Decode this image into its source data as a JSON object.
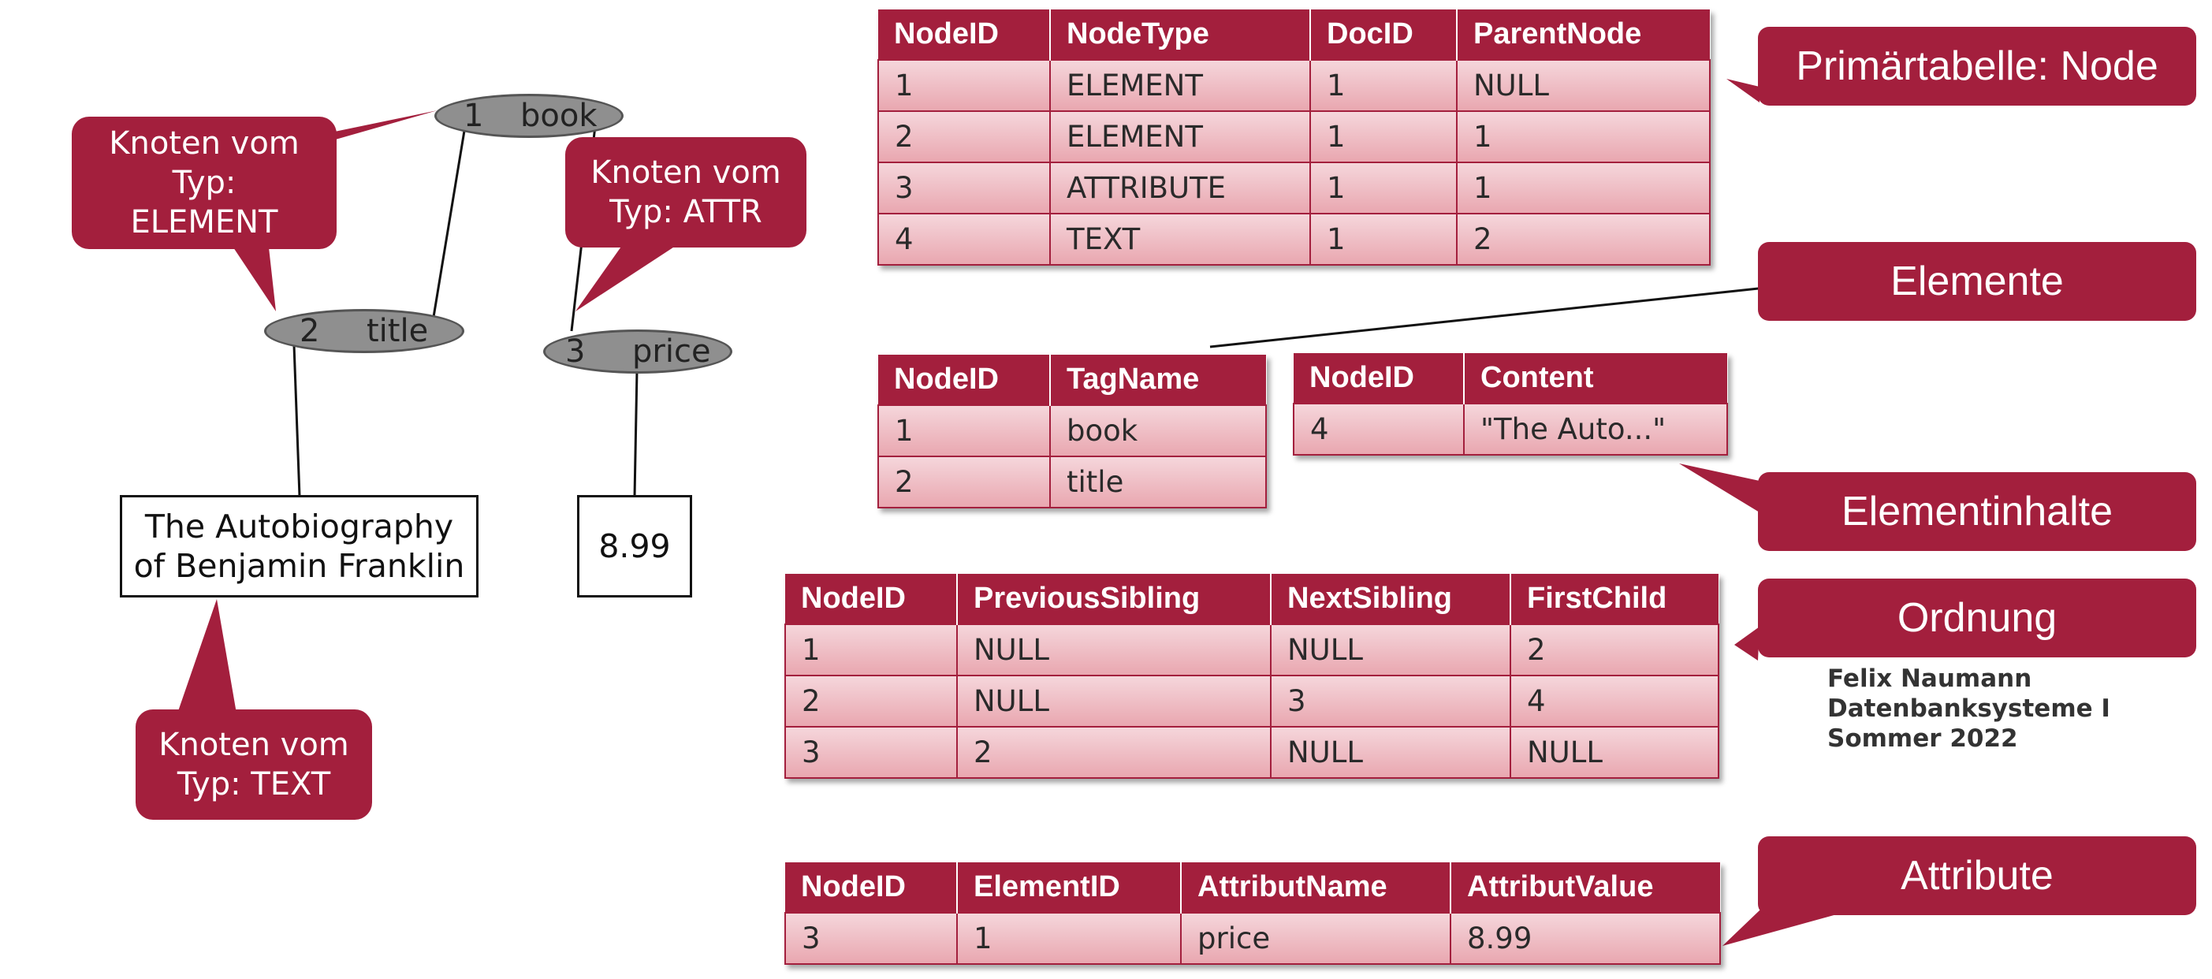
{
  "tree": {
    "nodes": [
      {
        "num": "1",
        "label": "book"
      },
      {
        "num": "2",
        "label": "title"
      },
      {
        "num": "3",
        "label": "price"
      }
    ],
    "text_leaf": [
      "The Autobiography",
      "of Benjamin Franklin"
    ],
    "value_leaf": "8.99"
  },
  "bubbles": {
    "element": [
      "Knoten vom",
      "Typ:",
      "ELEMENT"
    ],
    "attr": [
      "Knoten vom",
      "Typ: ATTR"
    ],
    "text": [
      "Knoten vom",
      "Typ: TEXT"
    ]
  },
  "labels": {
    "node": "Primärtabelle: Node",
    "elemente": "Elemente",
    "inhalte": "Elementinhalte",
    "ordnung": "Ordnung",
    "attribute": "Attribute"
  },
  "tables": {
    "node": {
      "headers": [
        "NodeID",
        "NodeType",
        "DocID",
        "ParentNode"
      ],
      "rows": [
        [
          "1",
          "ELEMENT",
          "1",
          "NULL"
        ],
        [
          "2",
          "ELEMENT",
          "1",
          "1"
        ],
        [
          "3",
          "ATTRIBUTE",
          "1",
          "1"
        ],
        [
          "4",
          "TEXT",
          "1",
          "2"
        ]
      ]
    },
    "elemente": {
      "headers": [
        "NodeID",
        "TagName"
      ],
      "rows": [
        [
          "1",
          "book"
        ],
        [
          "2",
          "title"
        ]
      ]
    },
    "inhalte": {
      "headers": [
        "NodeID",
        "Content"
      ],
      "rows": [
        [
          "4",
          "\"The Auto...\""
        ]
      ]
    },
    "ordnung": {
      "headers": [
        "NodeID",
        "PreviousSibling",
        "NextSibling",
        "FirstChild"
      ],
      "rows": [
        [
          "1",
          "NULL",
          "NULL",
          "2"
        ],
        [
          "2",
          "NULL",
          "3",
          "4"
        ],
        [
          "3",
          "2",
          "NULL",
          "NULL"
        ]
      ]
    },
    "attribute": {
      "headers": [
        "NodeID",
        "ElementID",
        "AttributName",
        "AttributValue"
      ],
      "rows": [
        [
          "3",
          "1",
          "price",
          "8.99"
        ]
      ]
    }
  },
  "footer": [
    "Felix Naumann",
    "Datenbanksysteme I",
    "Sommer 2022"
  ],
  "colors": {
    "accent": "#a31f3d",
    "node_fill": "#8f8f8f",
    "cell_light": "#f5d6db",
    "cell_dark": "#e9a7b0"
  }
}
